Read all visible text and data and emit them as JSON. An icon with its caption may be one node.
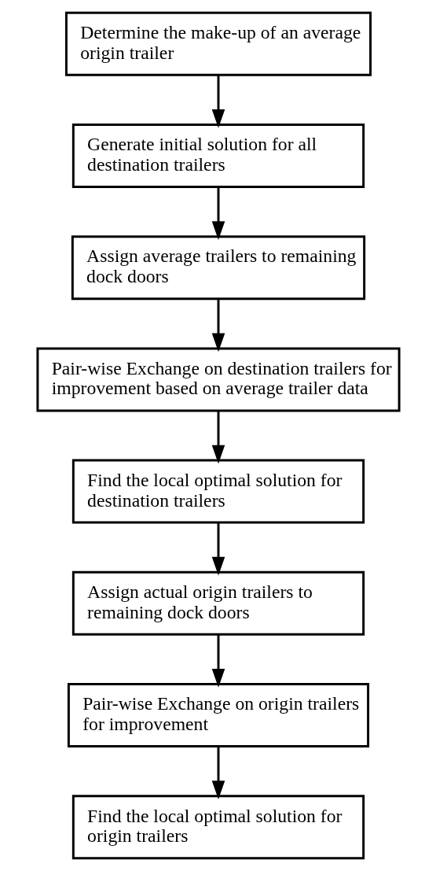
{
  "diagram": {
    "nodes": [
      {
        "text": [
          "Determine the make-up of an average origin trailer"
        ]
      },
      {
        "text": [
          "Generate initial solution for all destination trailers"
        ]
      },
      {
        "text": [
          "Assign average trailers to remaining dock doors"
        ]
      },
      {
        "text": [
          "Pair-wise Exchange on destination trailers for improvement based on average trailer data"
        ]
      },
      {
        "text": [
          "Find the local optimal solution for destination trailers"
        ]
      },
      {
        "text": [
          "Assign actual origin trailers to remaining dock doors"
        ]
      },
      {
        "text": [
          "Pair-wise Exchange on origin trailers for improvement"
        ]
      },
      {
        "text": [
          "Find the local optimal solution for origin trailers"
        ]
      }
    ],
    "edges": [
      {
        "from": 0,
        "to": 1,
        "arrow": "to"
      },
      {
        "from": 1,
        "to": 2,
        "arrow": "to"
      },
      {
        "from": 2,
        "to": 3,
        "arrow": "to"
      },
      {
        "from": 3,
        "to": 4,
        "arrow": "to"
      },
      {
        "from": 4,
        "to": 5,
        "arrow": "to"
      },
      {
        "from": 5,
        "to": 6,
        "arrow": "to"
      },
      {
        "from": 6,
        "to": 7,
        "arrow": "to"
      }
    ]
  }
}
